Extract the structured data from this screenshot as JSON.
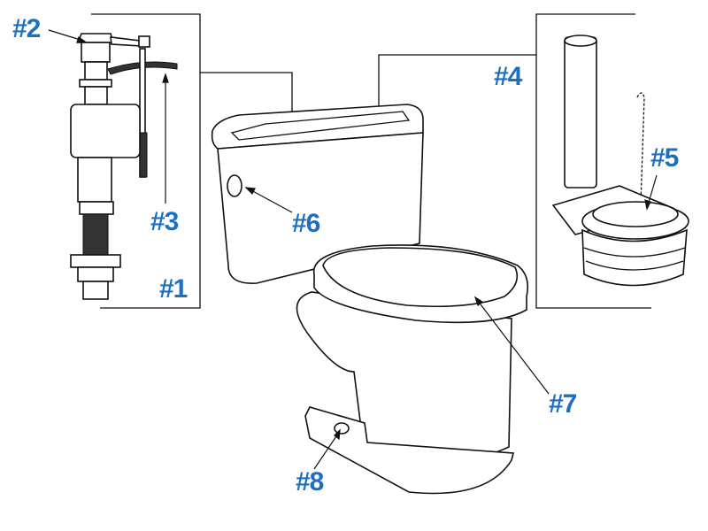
{
  "colors": {
    "label": "#1f6fbf",
    "line": "#111111"
  },
  "labels": {
    "p1": "#1",
    "p2": "#2",
    "p3": "#3",
    "p4": "#4",
    "p5": "#5",
    "p6": "#6",
    "p7": "#7",
    "p8": "#8"
  }
}
